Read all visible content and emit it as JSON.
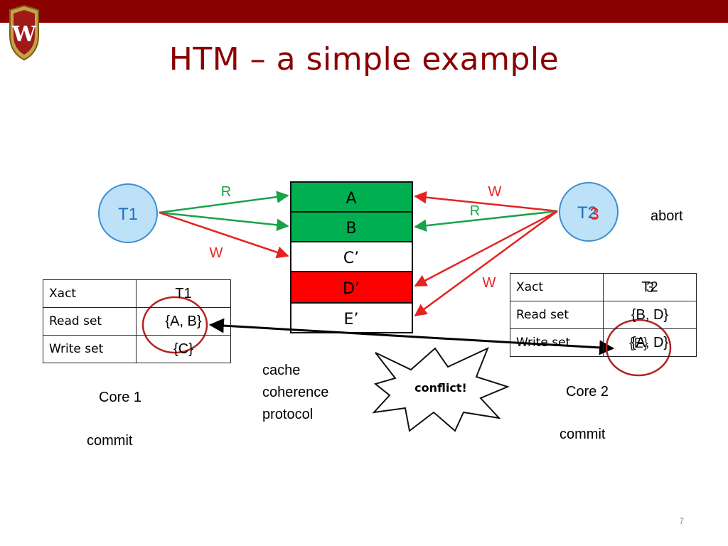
{
  "slide": {
    "title": "HTM – a simple example",
    "page_number": "7"
  },
  "logo": {
    "letter": "W"
  },
  "threads": {
    "t1": "T1",
    "t2": "T2",
    "t2_overlay": "3"
  },
  "arrows": {
    "t1_read": "R",
    "t1_write": "W",
    "t2_write_top": "W",
    "t2_read": "R",
    "t2_write_bottom": "W"
  },
  "cache_lines": [
    "A",
    "B",
    "C’",
    "D’",
    "E’"
  ],
  "core1_table": {
    "rows": [
      {
        "label": "Xact",
        "value": "T1"
      },
      {
        "label": "Read set",
        "value": "{A, B}"
      },
      {
        "label": "Write set",
        "value": "{C}"
      }
    ]
  },
  "core2_table": {
    "rows": [
      {
        "label": "Xact",
        "value": "T2",
        "overlay": "3"
      },
      {
        "label": "Read set",
        "value": "{B, D}"
      },
      {
        "label": "Write set",
        "value": "{A, D}",
        "overlay": "{E}"
      }
    ]
  },
  "labels": {
    "core1": "Core 1",
    "core2": "Core 2",
    "commit1": "commit",
    "commit2": "commit",
    "abort": "abort",
    "protocol_line1": "cache",
    "protocol_line2": "coherence",
    "protocol_line3": "protocol",
    "conflict": "conflict!"
  },
  "colors": {
    "brand": "#8b0000",
    "thread_fill": "#bde1f7",
    "thread_stroke": "#3d8fd1",
    "thread_text": "#1f6fbf",
    "read_arrow": "#19a24a",
    "write_arrow": "#e52222",
    "line_green": "#00b050",
    "line_red": "#ff0000",
    "circle_highlight": "#b22222"
  }
}
